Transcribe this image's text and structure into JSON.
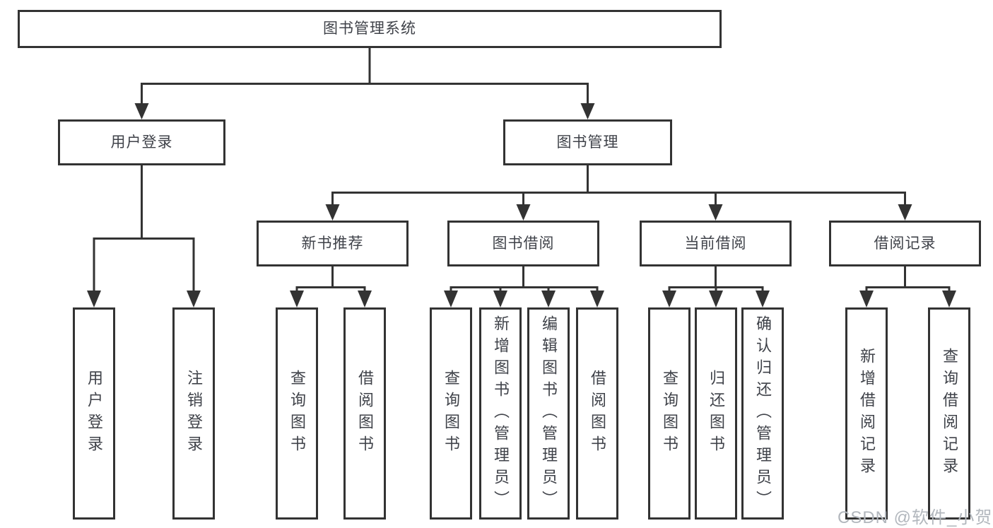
{
  "diagram": {
    "nodes": {
      "root": {
        "label": "图书管理系统"
      },
      "userLogin": {
        "label": "用户登录",
        "children": [
          {
            "label": "用户登录"
          },
          {
            "label": "注销登录"
          }
        ]
      },
      "bookManagement": {
        "label": "图书管理",
        "children": [
          {
            "label": "新书推荐",
            "children": [
              {
                "label": "查询图书"
              },
              {
                "label": "借阅图书"
              }
            ]
          },
          {
            "label": "图书借阅",
            "children": [
              {
                "label": "查询图书"
              },
              {
                "label": "新增图书（管理员）"
              },
              {
                "label": "编辑图书（管理员）"
              },
              {
                "label": "借阅图书"
              }
            ]
          },
          {
            "label": "当前借阅",
            "children": [
              {
                "label": "查询图书"
              },
              {
                "label": "归还图书"
              },
              {
                "label": "确认归还（管理员）"
              }
            ]
          },
          {
            "label": "借阅记录",
            "children": [
              {
                "label": "新增借阅记录"
              },
              {
                "label": "查询借阅记录"
              }
            ]
          }
        ]
      }
    },
    "watermark": {
      "text": "CSDN @软件_小贺同学"
    },
    "colors": {
      "line": "#333333",
      "text": "#3f4249",
      "watermark": "#b2b7bd",
      "background": "#ffffff"
    }
  }
}
